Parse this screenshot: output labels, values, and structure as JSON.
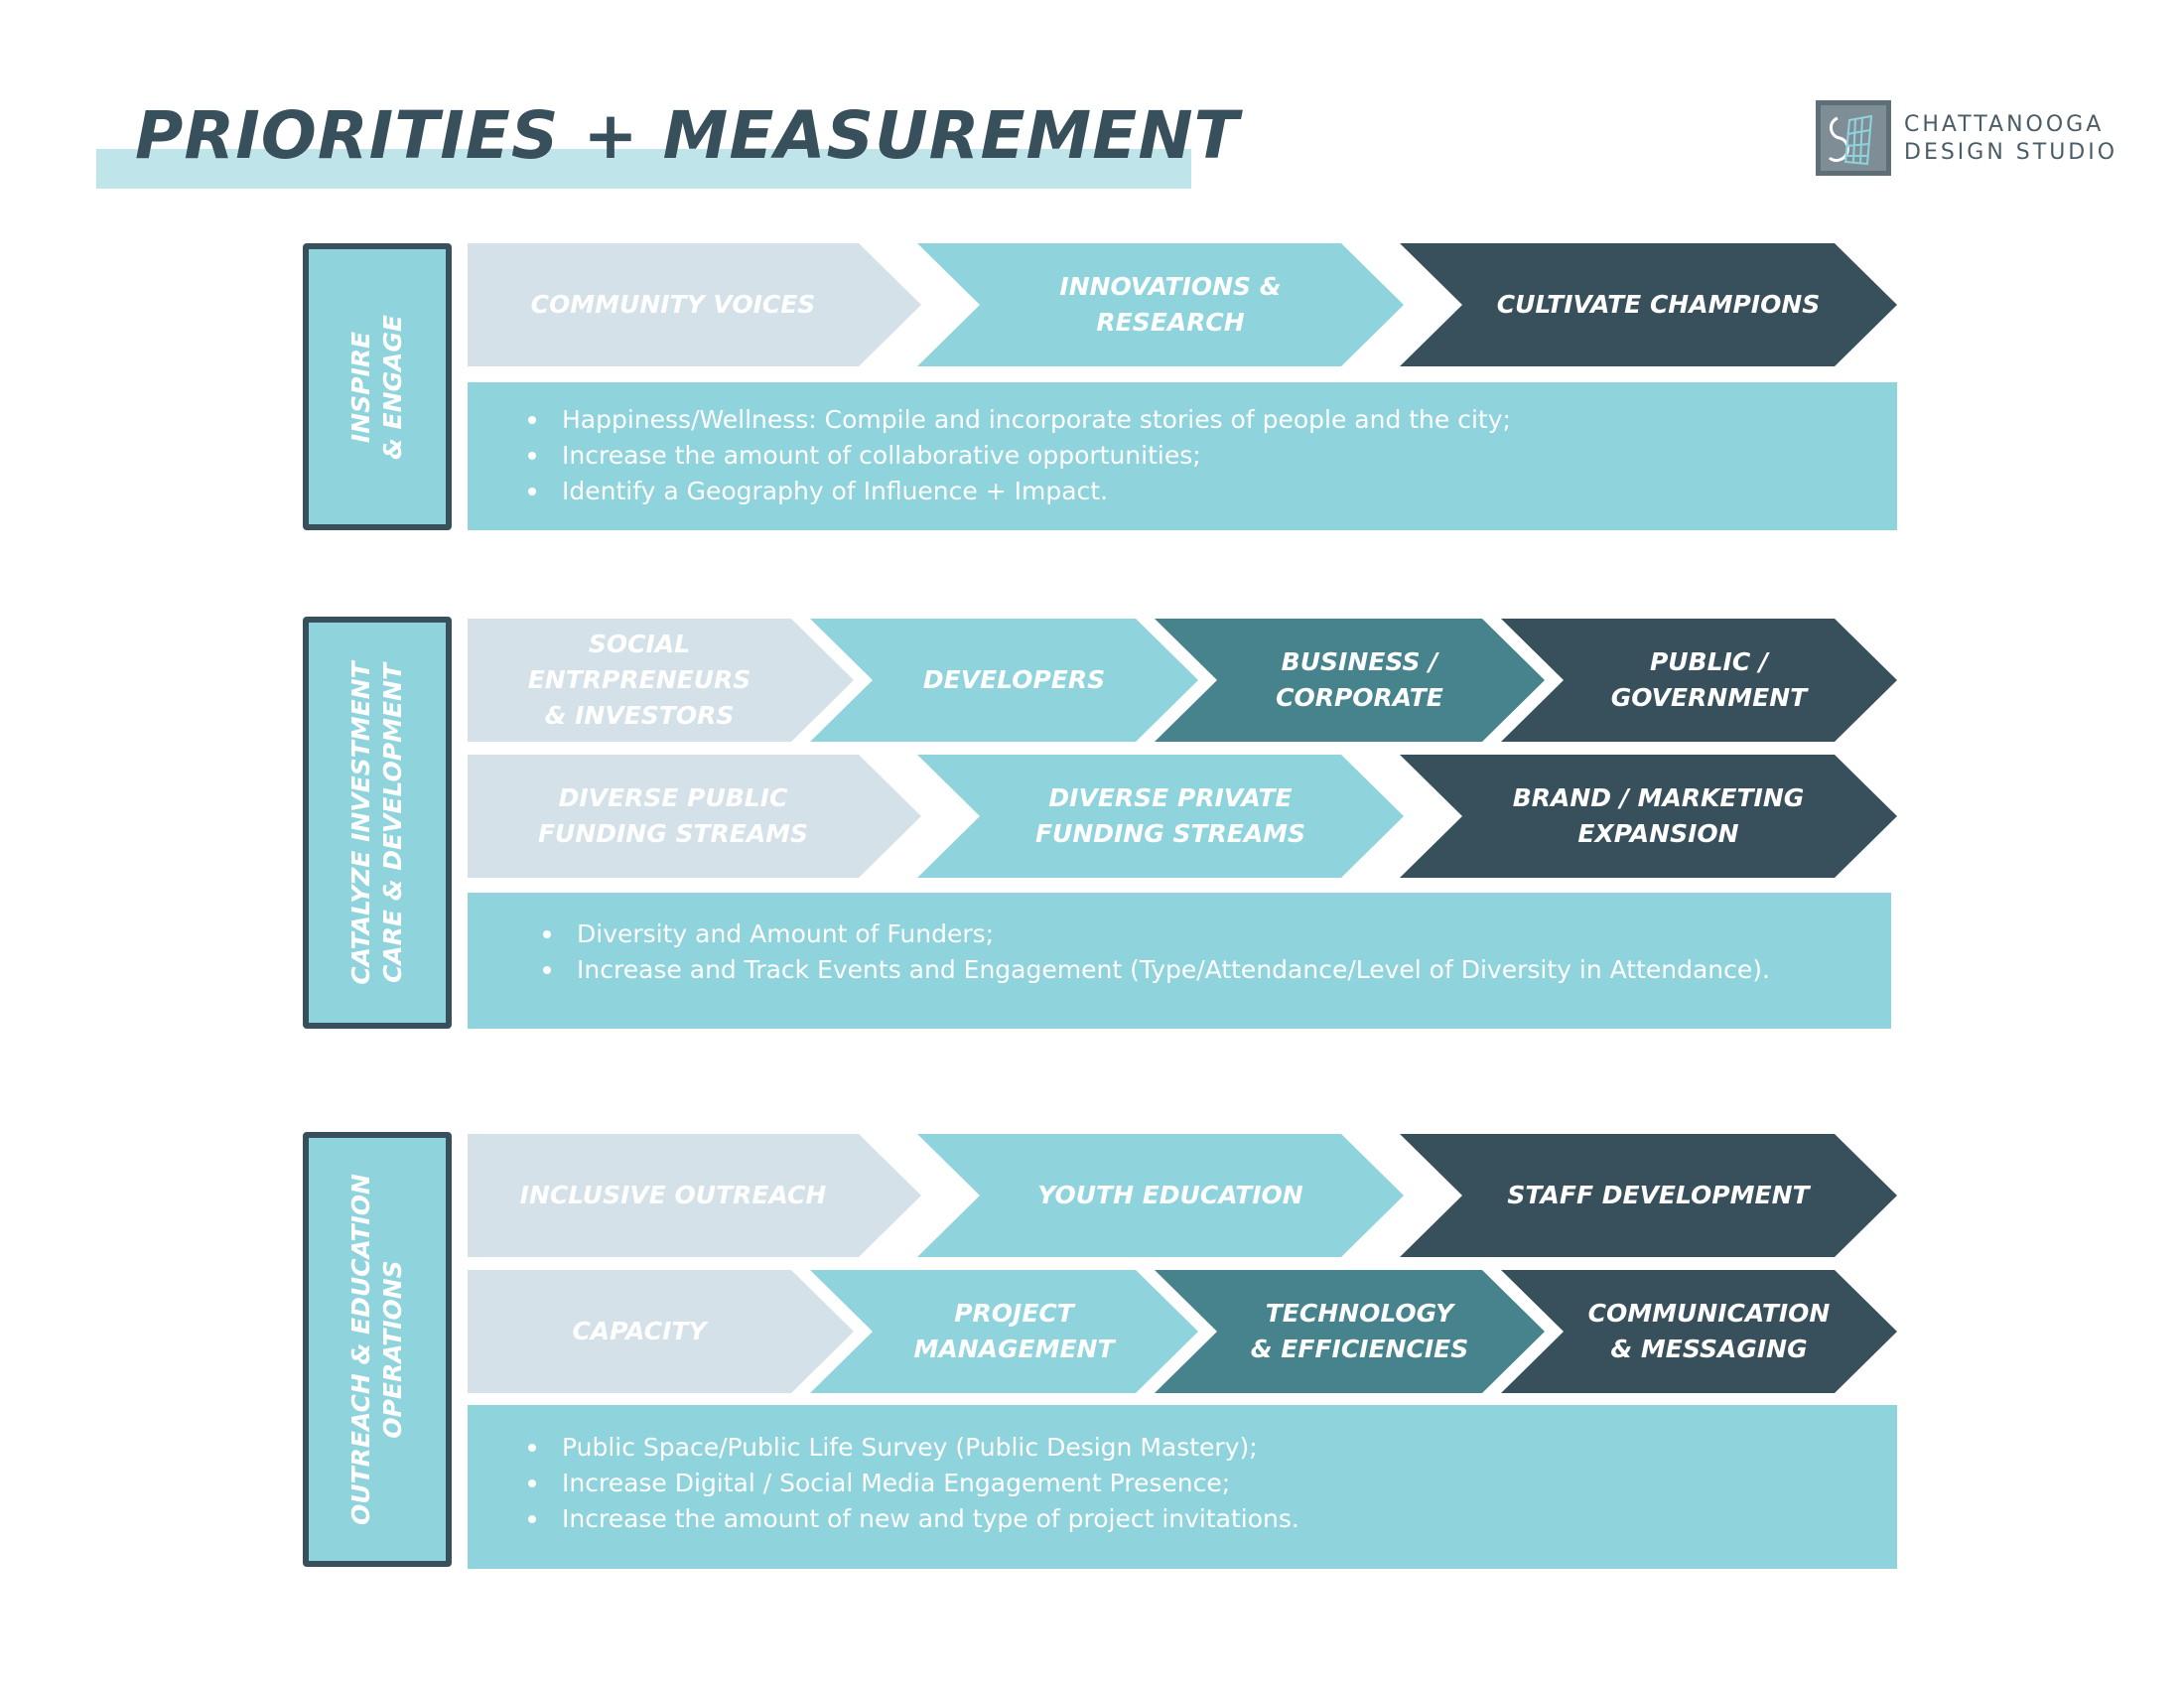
{
  "header": {
    "title": "PRIORITIES + MEASUREMENT",
    "logo_line1": "CHATTANOOGA",
    "logo_line2": "DESIGN STUDIO"
  },
  "colors": {
    "light_grey": "#d4e1e8",
    "light_teal": "#8fd3dd",
    "mid_teal": "#46838c",
    "dark_slate": "#38505b",
    "title_band": "#bfe4ea"
  },
  "sections": [
    {
      "label_line1": "INSPIRE",
      "label_line2": "& ENGAGE",
      "rows": [
        {
          "arrows": [
            {
              "line1": "COMMUNITY VOICES",
              "line2": "",
              "line3": "",
              "color": "light_grey"
            },
            {
              "line1": "INNOVATIONS & RESEARCH",
              "line2": "",
              "line3": "",
              "color": "light_teal"
            },
            {
              "line1": "CULTIVATE CHAMPIONS",
              "line2": "",
              "line3": "",
              "color": "dark_slate"
            }
          ]
        }
      ],
      "bullets": [
        "Happiness/Wellness: Compile and incorporate stories of people and the city;",
        "Increase the amount of collaborative opportunities;",
        "Identify a Geography of Influence + Impact."
      ]
    },
    {
      "label_line1": "CATALYZE INVESTMENT",
      "label_line2": "CARE & DEVELOPMENT",
      "rows": [
        {
          "arrows": [
            {
              "line1": "SOCIAL",
              "line2": "ENTRPRENEURS",
              "line3": "& INVESTORS",
              "color": "light_grey"
            },
            {
              "line1": "DEVELOPERS",
              "line2": "",
              "line3": "",
              "color": "light_teal"
            },
            {
              "line1": "BUSINESS /",
              "line2": "CORPORATE",
              "line3": "",
              "color": "mid_teal"
            },
            {
              "line1": "PUBLIC /",
              "line2": "GOVERNMENT",
              "line3": "",
              "color": "dark_slate"
            }
          ]
        },
        {
          "arrows": [
            {
              "line1": "DIVERSE PUBLIC",
              "line2": "FUNDING STREAMS",
              "line3": "",
              "color": "light_grey"
            },
            {
              "line1": "DIVERSE PRIVATE",
              "line2": "FUNDING STREAMS",
              "line3": "",
              "color": "light_teal"
            },
            {
              "line1": "BRAND / MARKETING",
              "line2": "EXPANSION",
              "line3": "",
              "color": "dark_slate"
            }
          ]
        }
      ],
      "bullets": [
        "Diversity and Amount of Funders;",
        "Increase and Track Events and Engagement  (Type/Attendance/Level of Diversity in Attendance)."
      ]
    },
    {
      "label_line1": "OUTREACH & EDUCATION",
      "label_line2": "OPERATIONS",
      "rows": [
        {
          "arrows": [
            {
              "line1": "INCLUSIVE OUTREACH",
              "line2": "",
              "line3": "",
              "color": "light_grey"
            },
            {
              "line1": "YOUTH EDUCATION",
              "line2": "",
              "line3": "",
              "color": "light_teal"
            },
            {
              "line1": "STAFF DEVELOPMENT",
              "line2": "",
              "line3": "",
              "color": "dark_slate"
            }
          ]
        },
        {
          "arrows": [
            {
              "line1": "CAPACITY",
              "line2": "",
              "line3": "",
              "color": "light_grey"
            },
            {
              "line1": "PROJECT",
              "line2": "MANAGEMENT",
              "line3": "",
              "color": "light_teal"
            },
            {
              "line1": "TECHNOLOGY",
              "line2": "& EFFICIENCIES",
              "line3": "",
              "color": "mid_teal"
            },
            {
              "line1": "COMMUNICATION",
              "line2": "& MESSAGING",
              "line3": "",
              "color": "dark_slate"
            }
          ]
        }
      ],
      "bullets": [
        "Public Space/Public Life Survey (Public Design Mastery);",
        "Increase Digital / Social Media Engagement Presence;",
        "Increase the amount of new and type of project invitations."
      ]
    }
  ]
}
